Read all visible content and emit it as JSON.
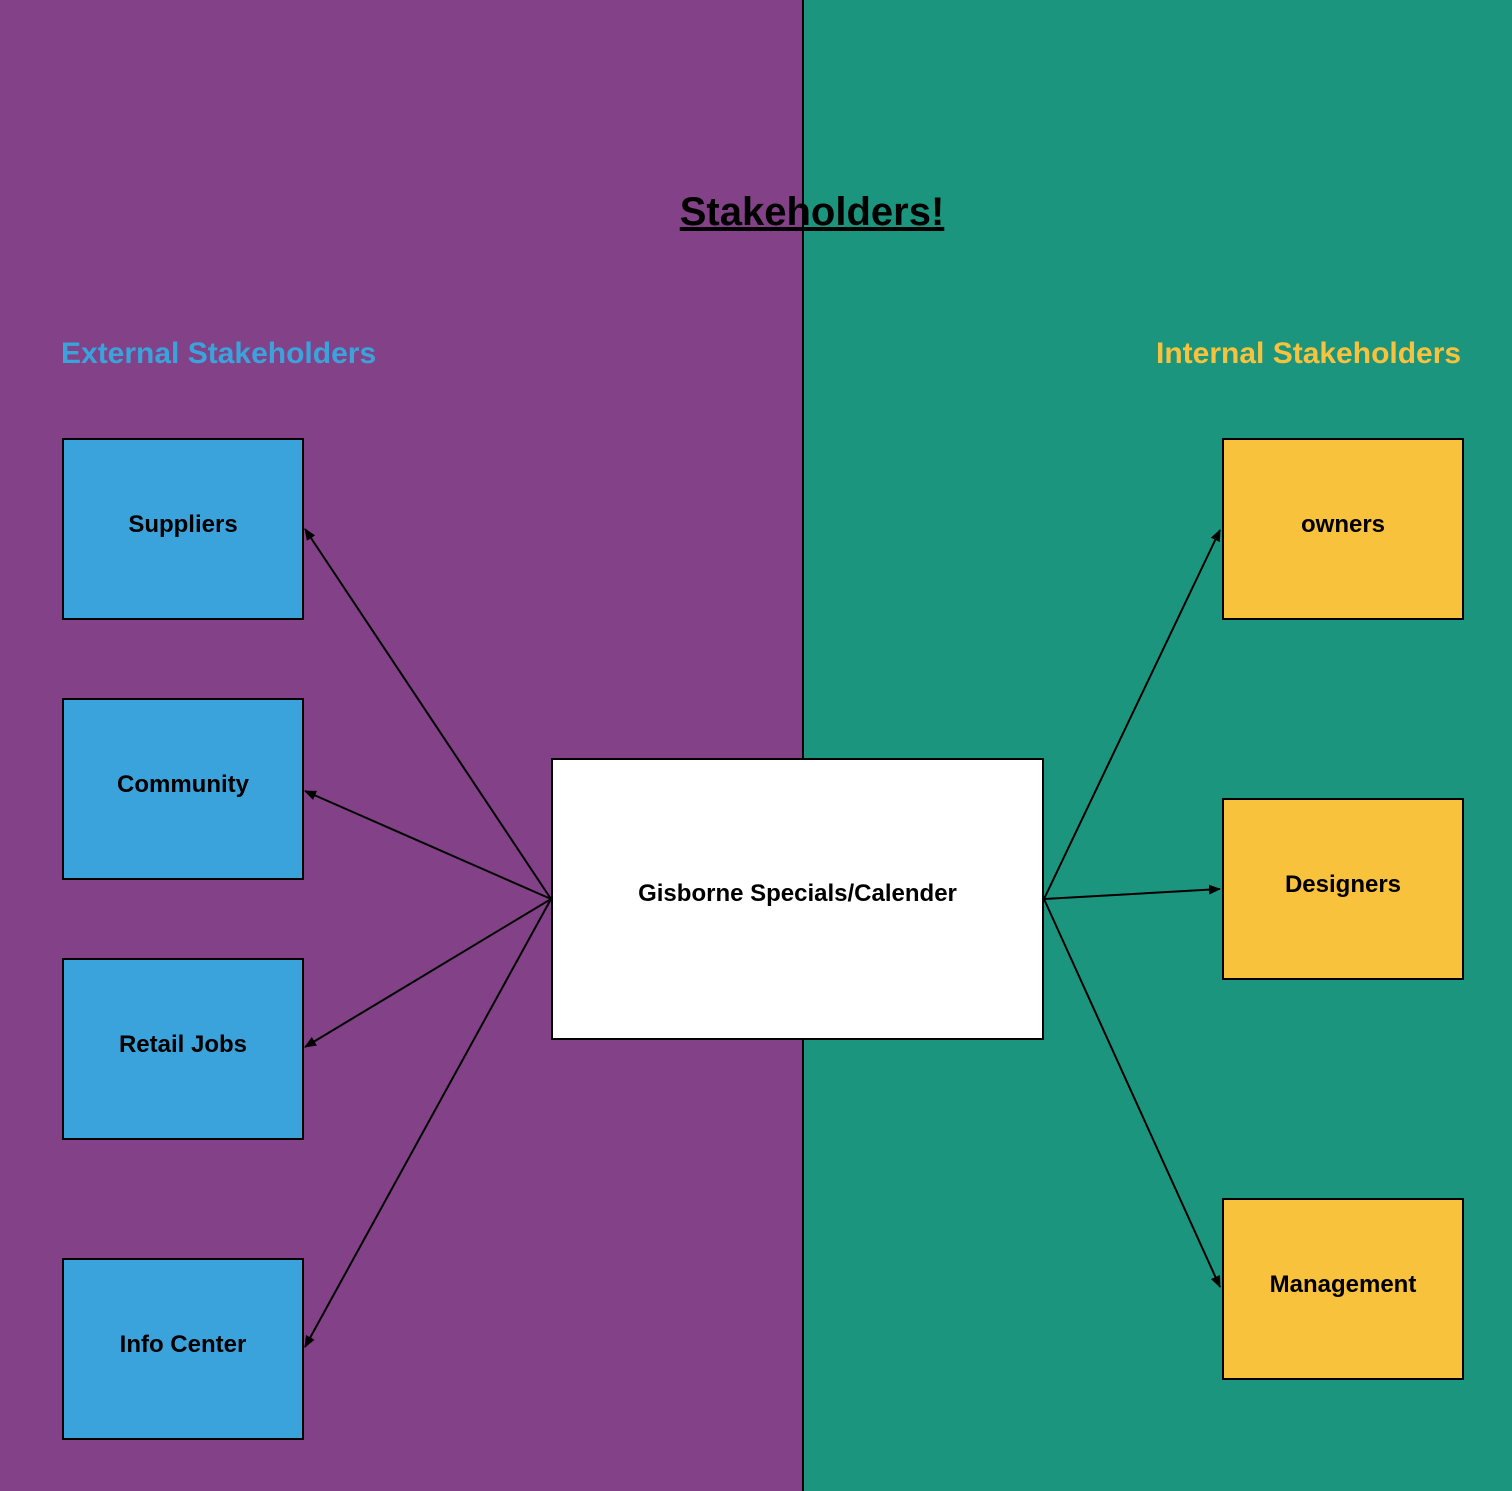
{
  "title": "Stakeholders!",
  "external": {
    "heading": "External Stakeholders",
    "color": "#3aa3dc",
    "items": [
      "Suppliers",
      "Community",
      "Retail Jobs",
      "Info Center"
    ]
  },
  "internal": {
    "heading": "Internal Stakeholders",
    "color": "#f9c23c",
    "items": [
      "owners",
      "Designers",
      "Management"
    ]
  },
  "center": {
    "label": "Gisborne Specials/Calender",
    "color": "#ffffff"
  },
  "backgrounds": {
    "left": "#834287",
    "right": "#1c957e"
  }
}
